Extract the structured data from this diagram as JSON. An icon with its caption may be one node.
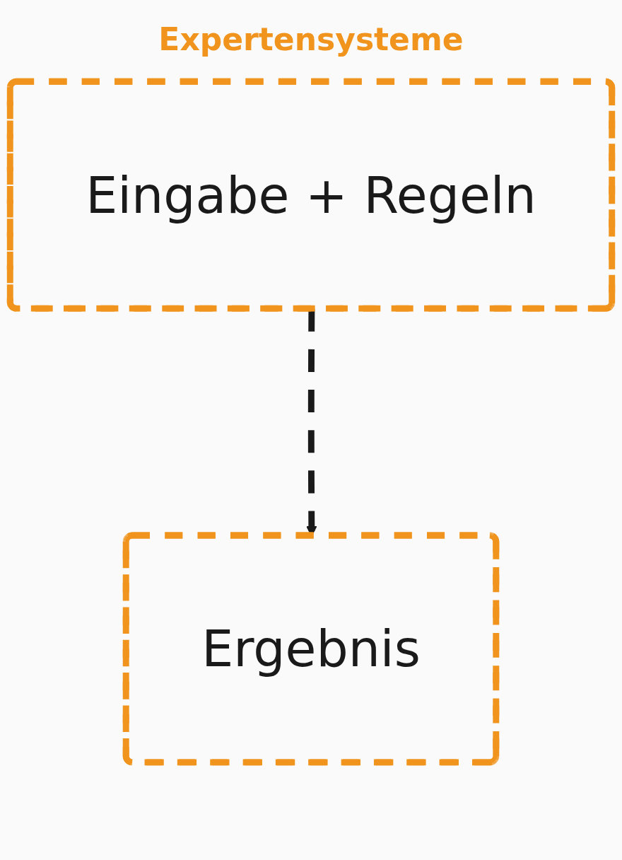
{
  "diagram": {
    "title": "Expertensysteme",
    "nodes": [
      {
        "text": [
          "Eingabe + Regeln"
        ]
      },
      {
        "text": [
          "Ergebnis"
        ]
      }
    ],
    "edges": [
      {
        "from": 0,
        "to": 1,
        "arrow": "to",
        "style": "dashed"
      }
    ]
  }
}
